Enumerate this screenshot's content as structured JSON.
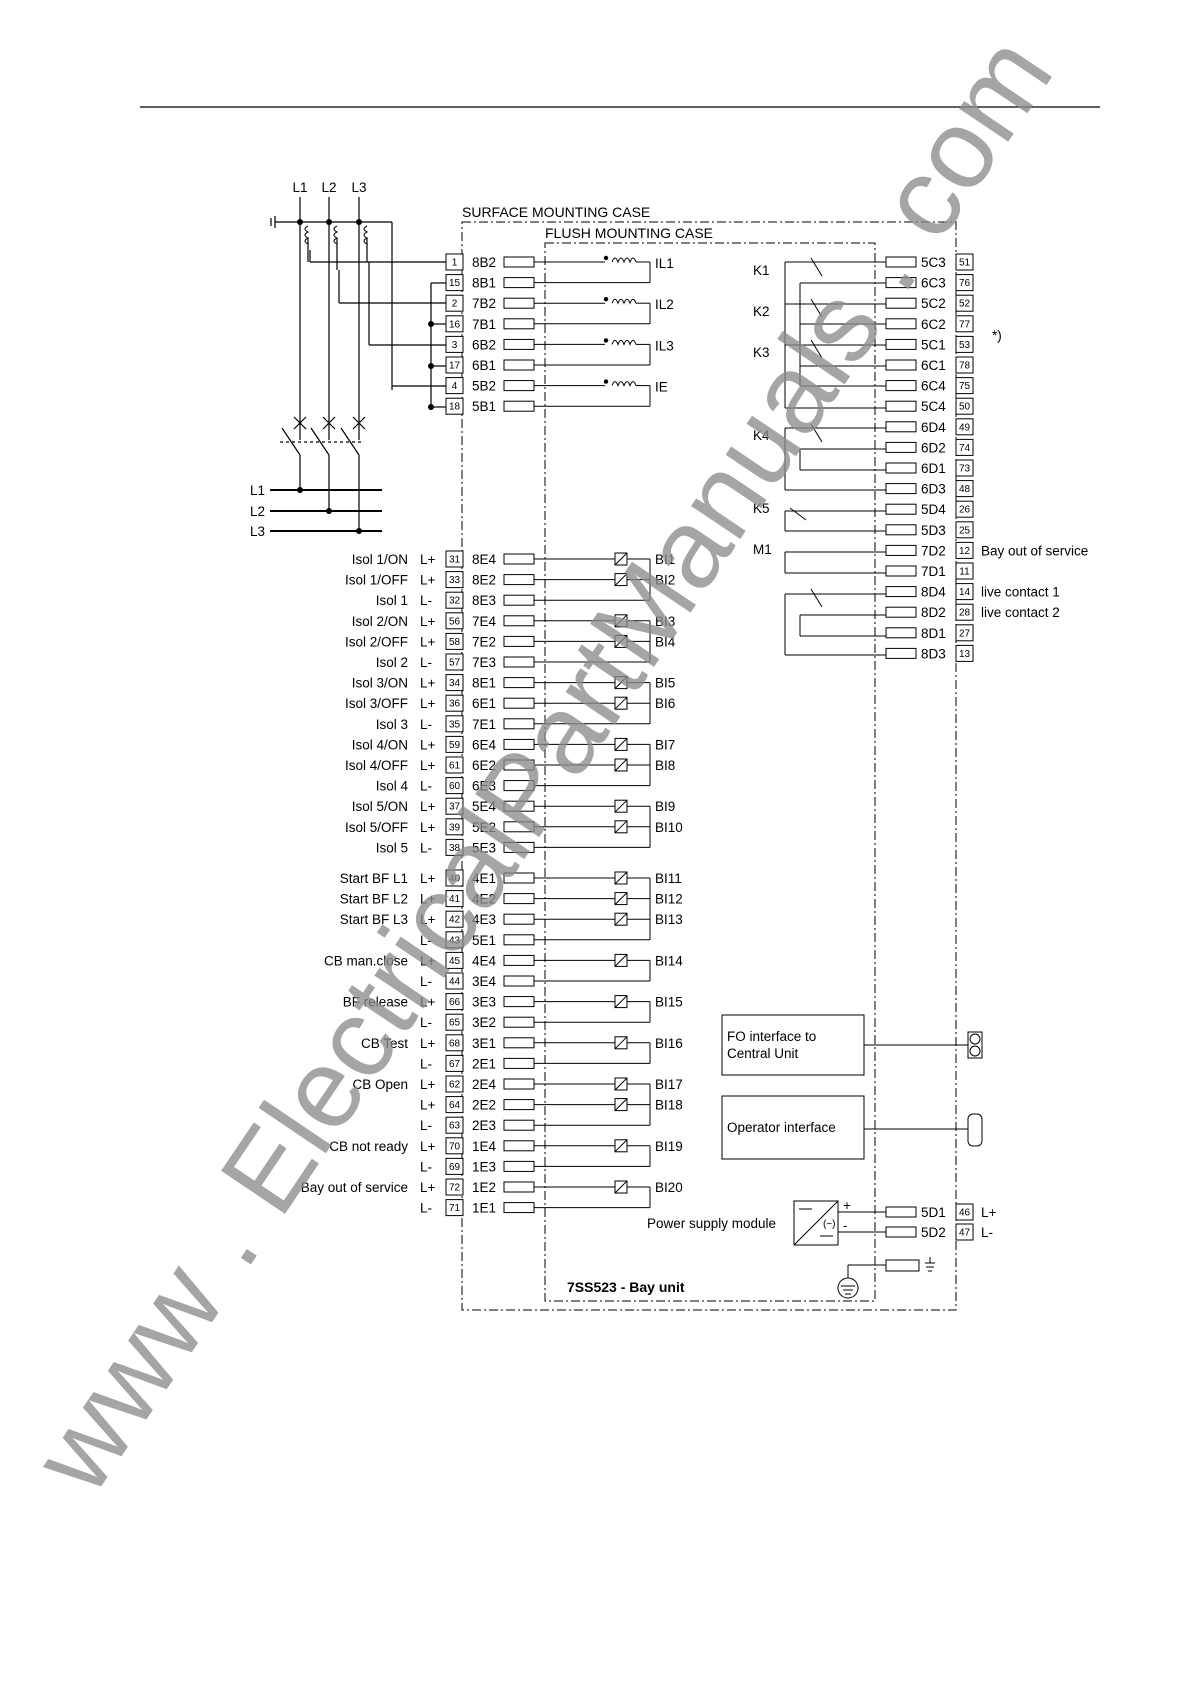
{
  "diagram": {
    "case_labels": {
      "surface": "SURFACE MOUNTING CASE",
      "flush": "FLUSH MOUNTING CASE"
    },
    "unit_label": "7SS523 - Bay unit",
    "footnote": "*)",
    "phase_labels_top": [
      "L1",
      "L2",
      "L3"
    ],
    "busbar_labels": [
      "L1",
      "L2",
      "L3"
    ],
    "current_inputs": [
      {
        "term": "1",
        "conn": "8B2",
        "name": "IL1"
      },
      {
        "term": "15",
        "conn": "8B1",
        "name": ""
      },
      {
        "term": "2",
        "conn": "7B2",
        "name": "IL2"
      },
      {
        "term": "16",
        "conn": "7B1",
        "name": ""
      },
      {
        "term": "3",
        "conn": "6B2",
        "name": "IL3"
      },
      {
        "term": "17",
        "conn": "6B1",
        "name": ""
      },
      {
        "term": "4",
        "conn": "5B2",
        "name": "IE"
      },
      {
        "term": "18",
        "conn": "5B1",
        "name": ""
      }
    ],
    "relays": [
      "K1",
      "K2",
      "K3",
      "K4",
      "K5",
      "M1"
    ],
    "relay_contacts": [
      {
        "conn": "5C3",
        "term": "51",
        "desc": ""
      },
      {
        "conn": "6C3",
        "term": "76",
        "desc": ""
      },
      {
        "conn": "5C2",
        "term": "52",
        "desc": ""
      },
      {
        "conn": "6C2",
        "term": "77",
        "desc": ""
      },
      {
        "conn": "5C1",
        "term": "53",
        "desc": ""
      },
      {
        "conn": "6C1",
        "term": "78",
        "desc": ""
      },
      {
        "conn": "6C4",
        "term": "75",
        "desc": ""
      },
      {
        "conn": "5C4",
        "term": "50",
        "desc": ""
      },
      {
        "conn": "6D4",
        "term": "49",
        "desc": ""
      },
      {
        "conn": "6D2",
        "term": "74",
        "desc": ""
      },
      {
        "conn": "6D1",
        "term": "73",
        "desc": ""
      },
      {
        "conn": "6D3",
        "term": "48",
        "desc": ""
      },
      {
        "conn": "5D4",
        "term": "26",
        "desc": ""
      },
      {
        "conn": "5D3",
        "term": "25",
        "desc": ""
      },
      {
        "conn": "7D2",
        "term": "12",
        "desc": "Bay out of service"
      },
      {
        "conn": "7D1",
        "term": "11",
        "desc": ""
      },
      {
        "conn": "8D4",
        "term": "14",
        "desc": "live contact 1"
      },
      {
        "conn": "8D2",
        "term": "28",
        "desc": "live contact 2"
      },
      {
        "conn": "8D1",
        "term": "27",
        "desc": ""
      },
      {
        "conn": "8D3",
        "term": "13",
        "desc": ""
      }
    ],
    "binary_inputs": [
      {
        "sig": "Isol 1/ON",
        "pol": "L+",
        "term": "31",
        "conn": "8E4",
        "bi": "BI1"
      },
      {
        "sig": "Isol 1/OFF",
        "pol": "L+",
        "term": "33",
        "conn": "8E2",
        "bi": "BI2"
      },
      {
        "sig": "Isol 1",
        "pol": "L-",
        "term": "32",
        "conn": "8E3",
        "bi": ""
      },
      {
        "sig": "Isol 2/ON",
        "pol": "L+",
        "term": "56",
        "conn": "7E4",
        "bi": "BI3"
      },
      {
        "sig": "Isol 2/OFF",
        "pol": "L+",
        "term": "58",
        "conn": "7E2",
        "bi": "BI4"
      },
      {
        "sig": "Isol 2",
        "pol": "L-",
        "term": "57",
        "conn": "7E3",
        "bi": ""
      },
      {
        "sig": "Isol 3/ON",
        "pol": "L+",
        "term": "34",
        "conn": "8E1",
        "bi": "BI5"
      },
      {
        "sig": "Isol 3/OFF",
        "pol": "L+",
        "term": "36",
        "conn": "6E1",
        "bi": "BI6"
      },
      {
        "sig": "Isol 3",
        "pol": "L-",
        "term": "35",
        "conn": "7E1",
        "bi": ""
      },
      {
        "sig": "Isol 4/ON",
        "pol": "L+",
        "term": "59",
        "conn": "6E4",
        "bi": "BI7"
      },
      {
        "sig": "Isol 4/OFF",
        "pol": "L+",
        "term": "61",
        "conn": "6E2",
        "bi": "BI8"
      },
      {
        "sig": "Isol 4",
        "pol": "L-",
        "term": "60",
        "conn": "6E3",
        "bi": ""
      },
      {
        "sig": "Isol 5/ON",
        "pol": "L+",
        "term": "37",
        "conn": "5E4",
        "bi": "BI9"
      },
      {
        "sig": "Isol 5/OFF",
        "pol": "L+",
        "term": "39",
        "conn": "5E2",
        "bi": "BI10"
      },
      {
        "sig": "Isol 5",
        "pol": "L-",
        "term": "38",
        "conn": "5E3",
        "bi": ""
      },
      {
        "sig": "Start BF L1",
        "pol": "L+",
        "term": "40",
        "conn": "4E1",
        "bi": "BI11"
      },
      {
        "sig": "Start BF L2",
        "pol": "L+",
        "term": "41",
        "conn": "4E2",
        "bi": "BI12"
      },
      {
        "sig": "Start BF L3",
        "pol": "L+",
        "term": "42",
        "conn": "4E3",
        "bi": "BI13"
      },
      {
        "sig": "",
        "pol": "L-",
        "term": "43",
        "conn": "5E1",
        "bi": ""
      },
      {
        "sig": "CB man.close",
        "pol": "L+",
        "term": "45",
        "conn": "4E4",
        "bi": "BI14"
      },
      {
        "sig": "",
        "pol": "L-",
        "term": "44",
        "conn": "3E4",
        "bi": ""
      },
      {
        "sig": "BF release",
        "pol": "L+",
        "term": "66",
        "conn": "3E3",
        "bi": "BI15"
      },
      {
        "sig": "",
        "pol": "L-",
        "term": "65",
        "conn": "3E2",
        "bi": ""
      },
      {
        "sig": "CB Test",
        "pol": "L+",
        "term": "68",
        "conn": "3E1",
        "bi": "BI16"
      },
      {
        "sig": "",
        "pol": "L-",
        "term": "67",
        "conn": "2E1",
        "bi": ""
      },
      {
        "sig": "CB Open",
        "pol": "L+",
        "term": "62",
        "conn": "2E4",
        "bi": "BI17"
      },
      {
        "sig": "",
        "pol": "L+",
        "term": "64",
        "conn": "2E2",
        "bi": "BI18"
      },
      {
        "sig": "",
        "pol": "L-",
        "term": "63",
        "conn": "2E3",
        "bi": ""
      },
      {
        "sig": "CB not ready",
        "pol": "L+",
        "term": "70",
        "conn": "1E4",
        "bi": "BI19"
      },
      {
        "sig": "",
        "pol": "L-",
        "term": "69",
        "conn": "1E3",
        "bi": ""
      },
      {
        "sig": "Bay out of service",
        "pol": "L+",
        "term": "72",
        "conn": "1E2",
        "bi": "BI20"
      },
      {
        "sig": "",
        "pol": "L-",
        "term": "71",
        "conn": "1E1",
        "bi": ""
      }
    ],
    "modules": {
      "fo_line1": "FO interface to",
      "fo_line2": "Central Unit",
      "operator": "Operator interface",
      "power_supply": "Power supply module"
    },
    "power": [
      {
        "conn": "5D1",
        "term": "46",
        "pol": "L+",
        "sign": "+"
      },
      {
        "conn": "5D2",
        "term": "47",
        "pol": "L-",
        "sign": "-"
      }
    ]
  },
  "watermark": "www . ElectricalPartManuals . com"
}
